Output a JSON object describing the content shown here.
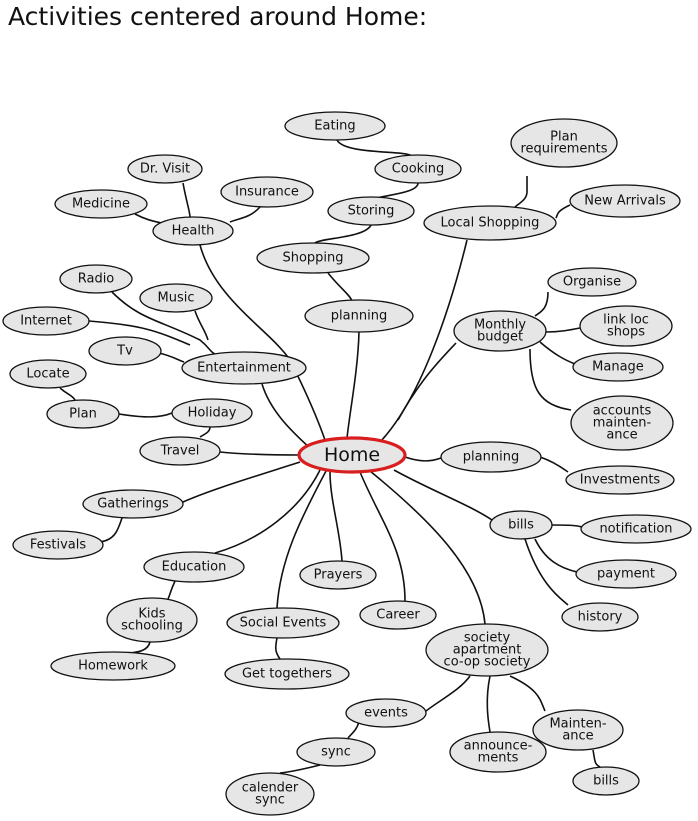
{
  "title": "Activities centered around Home:",
  "nodes": {
    "home": [
      "Home"
    ],
    "eating": [
      "Eating"
    ],
    "cooking": [
      "Cooking"
    ],
    "storing": [
      "Storing"
    ],
    "shopping": [
      "Shopping"
    ],
    "planning_top": [
      "planning"
    ],
    "plan_req": [
      "Plan",
      "requirements"
    ],
    "new_arrivals": [
      "New Arrivals"
    ],
    "local_shopping": [
      "Local Shopping"
    ],
    "dr_visit": [
      "Dr. Visit"
    ],
    "insurance": [
      "Insurance"
    ],
    "medicine": [
      "Medicine"
    ],
    "health": [
      "Health"
    ],
    "radio": [
      "Radio"
    ],
    "music": [
      "Music"
    ],
    "internet": [
      "Internet"
    ],
    "tv": [
      "Tv"
    ],
    "entertainment": [
      "Entertainment"
    ],
    "locate": [
      "Locate"
    ],
    "plan": [
      "Plan"
    ],
    "holiday": [
      "Holiday"
    ],
    "travel": [
      "Travel"
    ],
    "organise": [
      "Organise"
    ],
    "monthly_budget": [
      "Monthly",
      "budget"
    ],
    "link_loc": [
      "link loc",
      "shops"
    ],
    "manage": [
      "Manage"
    ],
    "accounts": [
      "accounts",
      "mainten-",
      "ance"
    ],
    "planning_right": [
      "planning"
    ],
    "investments": [
      "Investments"
    ],
    "bills": [
      "bills"
    ],
    "notification": [
      "notification"
    ],
    "payment": [
      "payment"
    ],
    "history": [
      "history"
    ],
    "gatherings": [
      "Gatherings"
    ],
    "festivals": [
      "Festivals"
    ],
    "education": [
      "Education"
    ],
    "kids": [
      "Kids",
      "schooling"
    ],
    "homework": [
      "Homework"
    ],
    "prayers": [
      "Prayers"
    ],
    "social_events": [
      "Social Events"
    ],
    "get_togethers": [
      "Get togethers"
    ],
    "career": [
      "Career"
    ],
    "society": [
      "society",
      "apartment",
      "co-op society"
    ],
    "events": [
      "events"
    ],
    "sync": [
      "sync"
    ],
    "calender": [
      "calender",
      "sync"
    ],
    "announcements": [
      "announce-",
      "ments"
    ],
    "maintenance": [
      "Mainten-",
      "ance"
    ],
    "bills2": [
      "bills"
    ]
  }
}
